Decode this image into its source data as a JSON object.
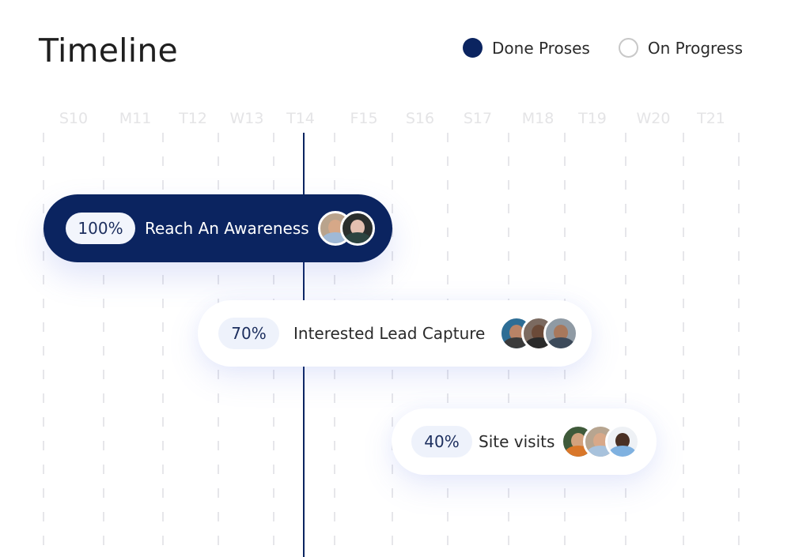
{
  "header": {
    "title": "Timeline",
    "legend": [
      {
        "label": "Done Proses",
        "style": "filled",
        "color": "#0b2460"
      },
      {
        "label": "On Progress",
        "style": "outline",
        "color": "#c8c8c8"
      }
    ]
  },
  "timeline": {
    "days": [
      "S10",
      "M11",
      "T12",
      "W13",
      "T14",
      "F15",
      "S16",
      "S17",
      "M18",
      "T19",
      "W20",
      "T21"
    ],
    "today": "T14",
    "tasks": [
      {
        "percent": "100%",
        "label": "Reach An Awareness",
        "status": "done",
        "assignees": 2
      },
      {
        "percent": "70%",
        "label": "Interested Lead Capture",
        "status": "on-progress",
        "assignees": 3
      },
      {
        "percent": "40%",
        "label": "Site visits",
        "status": "on-progress",
        "assignees": 3
      }
    ]
  },
  "colors": {
    "accent": "#0b2460",
    "pill_bg": "#eef2fb",
    "grid": "#e6e6ea",
    "day_label": "#e4e4e6"
  }
}
